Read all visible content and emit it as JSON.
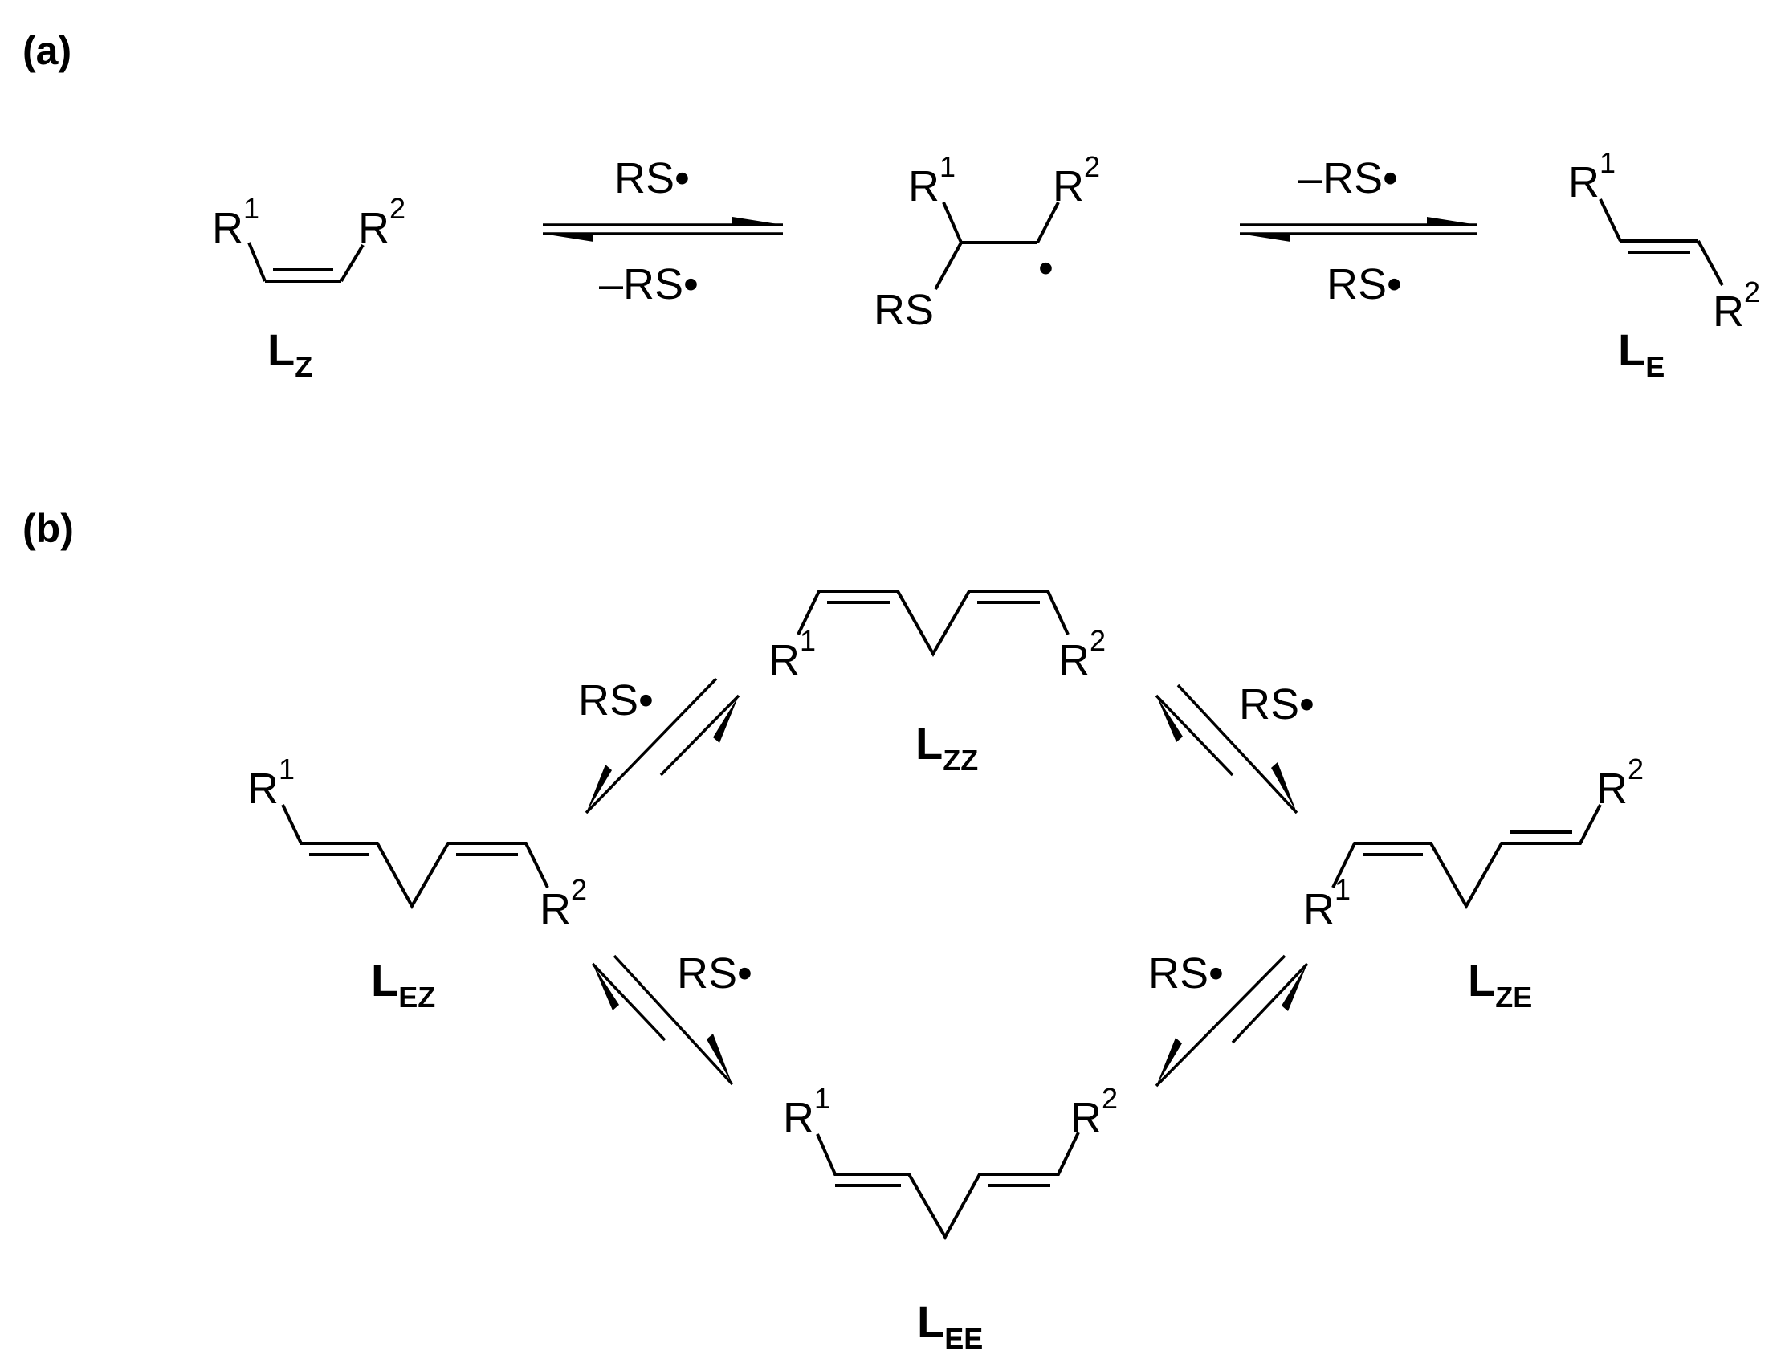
{
  "panels": {
    "a": "(a)",
    "b": "(b)"
  },
  "atoms": {
    "R": "R",
    "one": "1",
    "two": "2",
    "RS": "RS",
    "radical_dot": "•"
  },
  "reagents": {
    "rs_radical": "RS•",
    "minus_rs_radical": "–RS•"
  },
  "compounds": {
    "lz": {
      "main": "L",
      "sub": "Z"
    },
    "le": {
      "main": "L",
      "sub": "E"
    },
    "lzz": {
      "main": "L",
      "sub": "ZZ"
    },
    "lez": {
      "main": "L",
      "sub": "EZ"
    },
    "lze": {
      "main": "L",
      "sub": "ZE"
    },
    "lee": {
      "main": "L",
      "sub": "EE"
    }
  }
}
